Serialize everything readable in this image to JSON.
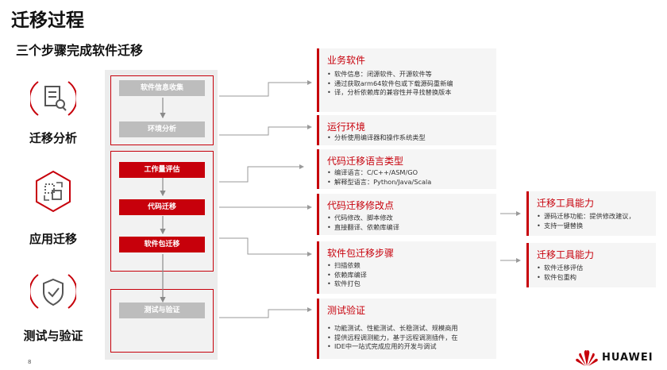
{
  "title": "迁移过程",
  "subtitle": "三个步骤完成软件迁移",
  "phases": [
    {
      "label": "迁移分析",
      "icon": "document-search-icon"
    },
    {
      "label": "应用迁移",
      "icon": "migrate-arrows-icon"
    },
    {
      "label": "测试与验证",
      "icon": "shield-check-icon"
    }
  ],
  "steps": {
    "info_collect": "软件信息收集",
    "env_analysis": "环境分析",
    "workload_eval": "工作量评估",
    "code_migration": "代码迁移",
    "package_migration": "软件包迁移",
    "test_verify": "测试与验证"
  },
  "cards": [
    {
      "title": "业务软件",
      "items": [
        "软件信息：闭源软件、开源软件等",
        "通过获取arm64软件包或下载源码重新编",
        "译，分析依赖库的兼容性并寻找替换版本"
      ]
    },
    {
      "title": "运行环境",
      "items": [
        "分析使用编译器和操作系统类型"
      ]
    },
    {
      "title": "代码迁移语言类型",
      "items": [
        "编译语言：C/C++/ASM/GO",
        "解释型语言：Python/Java/Scala"
      ]
    },
    {
      "title": "代码迁移修改点",
      "items": [
        "代码修改、脚本修改",
        "直接翻译、依赖库编译"
      ]
    },
    {
      "title": "软件包迁移步骤",
      "items": [
        "扫描依赖",
        "依赖库编译",
        "软件打包"
      ]
    },
    {
      "title": "测试验证",
      "items": [
        "功能测试、性能测试、长稳测试、规模商用",
        "提供远程调测能力，基于远程调测插件，在",
        "IDE中一站式完成应用的开发与调试"
      ]
    },
    {
      "title": "迁移工具能力",
      "items": [
        "源码迁移功能：提供修改建议，",
        "支持一键替换"
      ]
    },
    {
      "title": "迁移工具能力",
      "items": [
        "软件迁移评估",
        "软件包重构"
      ]
    }
  ],
  "page_number": "8",
  "brand": "HUAWEI",
  "colors": {
    "accent": "#c7000b",
    "step_gray": "#bdbdbd",
    "card_bg": "#f5f5f5"
  }
}
